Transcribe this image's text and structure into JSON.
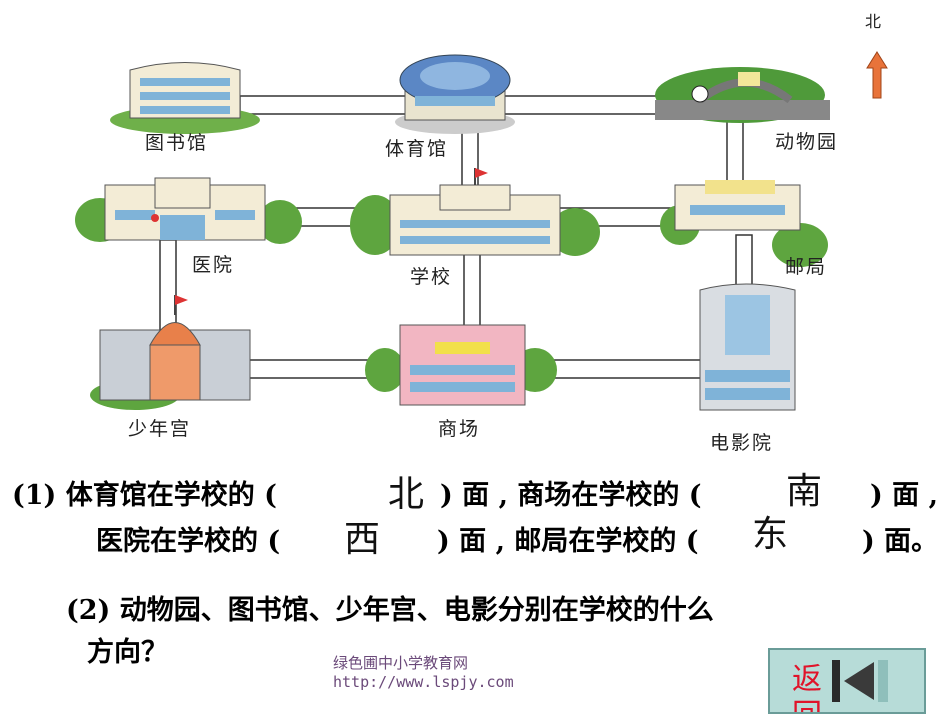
{
  "compass": {
    "north": "北"
  },
  "places": {
    "library": "图书馆",
    "gym": "体育馆",
    "zoo": "动物园",
    "hospital": "医院",
    "school": "学校",
    "post_office": "邮局",
    "youth_palace": "少年宫",
    "mall": "商场",
    "cinema": "电影院"
  },
  "question1": {
    "line1_a": "(1) 体育馆在学校的 (",
    "line1_b": ") 面 , 商场在学校的 (",
    "line1_c": ") 面 ,",
    "line2_a": "医院在学校的 (",
    "line2_b": ") 面 , 邮局在学校的 (",
    "line2_c": ") 面。",
    "answers": {
      "gym": "北",
      "mall": "南",
      "hospital": "西",
      "post_office": "东"
    }
  },
  "question2": {
    "line1": "(2) 动物园、图书馆、少年宫、电影分别在学校的什么",
    "line2": "方向？"
  },
  "footer": {
    "text": "绿色圃中小学教育网http://www.lspjy.com"
  },
  "back_button": {
    "label": "返回"
  },
  "colors": {
    "road": "#333333",
    "north_arrow": "#e8733a",
    "button_bg": "#b7dcd8",
    "button_text": "#e0142a"
  }
}
